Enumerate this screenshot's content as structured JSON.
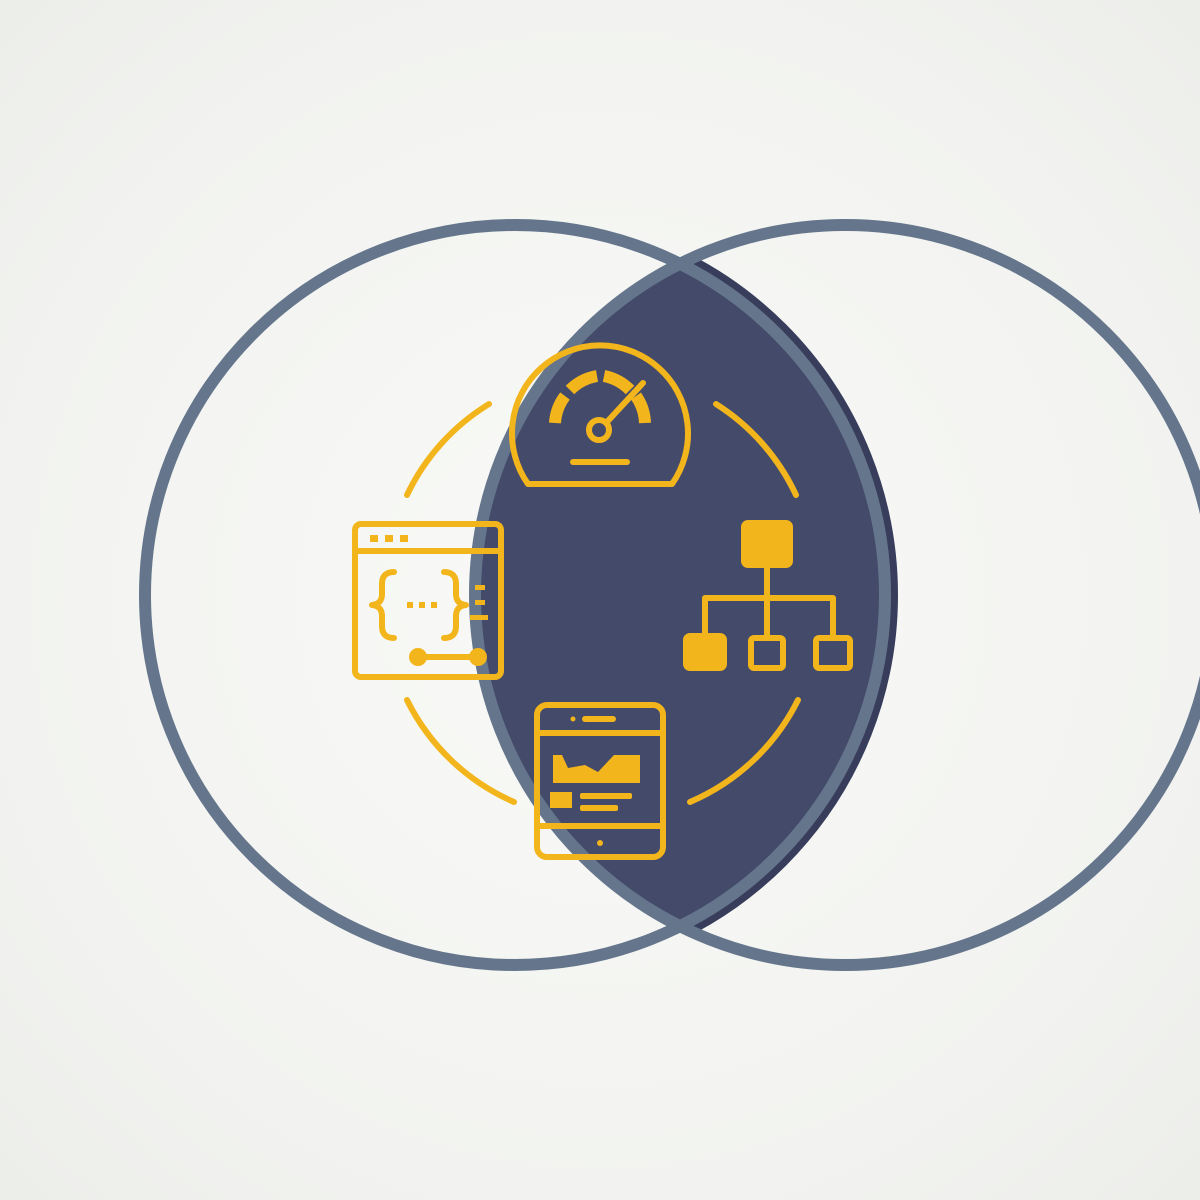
{
  "colors": {
    "background": "#f4f5f2",
    "ring_stroke": "#65768c",
    "lens_fill": "#444a6a",
    "lens_edge": "#383d5c",
    "icon_accent": "#f3b51c"
  },
  "diagram": {
    "shape": "two overlapping rings with filled intersection lens",
    "cycle": {
      "segments": 4,
      "direction": "circular"
    },
    "icons": [
      {
        "name": "speedometer-icon",
        "position": "top"
      },
      {
        "name": "hierarchy-icon",
        "position": "right"
      },
      {
        "name": "tablet-dashboard-icon",
        "position": "bottom"
      },
      {
        "name": "code-window-icon",
        "position": "left"
      }
    ]
  }
}
